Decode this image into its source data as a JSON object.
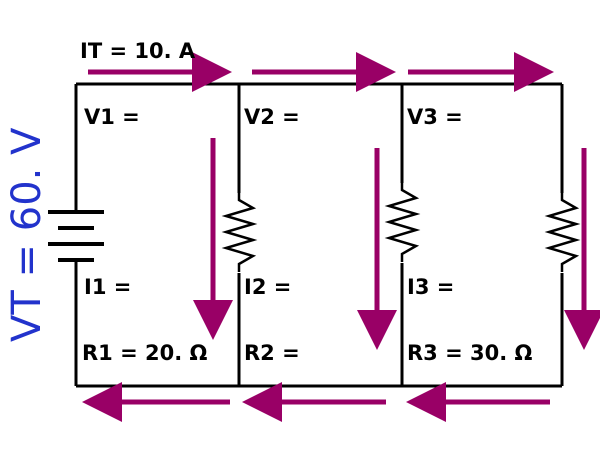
{
  "total_current_label": "IT = 10. A",
  "source_voltage_label": "VT = 60. V",
  "branches": [
    {
      "voltage_label": "V1 =",
      "current_label": "I1 =",
      "resistance_label": "R1 = 20. Ω"
    },
    {
      "voltage_label": "V2 =",
      "current_label": "I2 =",
      "resistance_label": "R2 ="
    },
    {
      "voltage_label": "V3 =",
      "current_label": "I3 =",
      "resistance_label": "R3 = 30. Ω"
    }
  ],
  "colors": {
    "wire": "#000000",
    "arrow": "#990066",
    "voltage_text": "#2233cc"
  },
  "icons": {
    "source": "battery-icon",
    "resistor": "resistor-zigzag-icon",
    "flow": "arrow-icon"
  }
}
